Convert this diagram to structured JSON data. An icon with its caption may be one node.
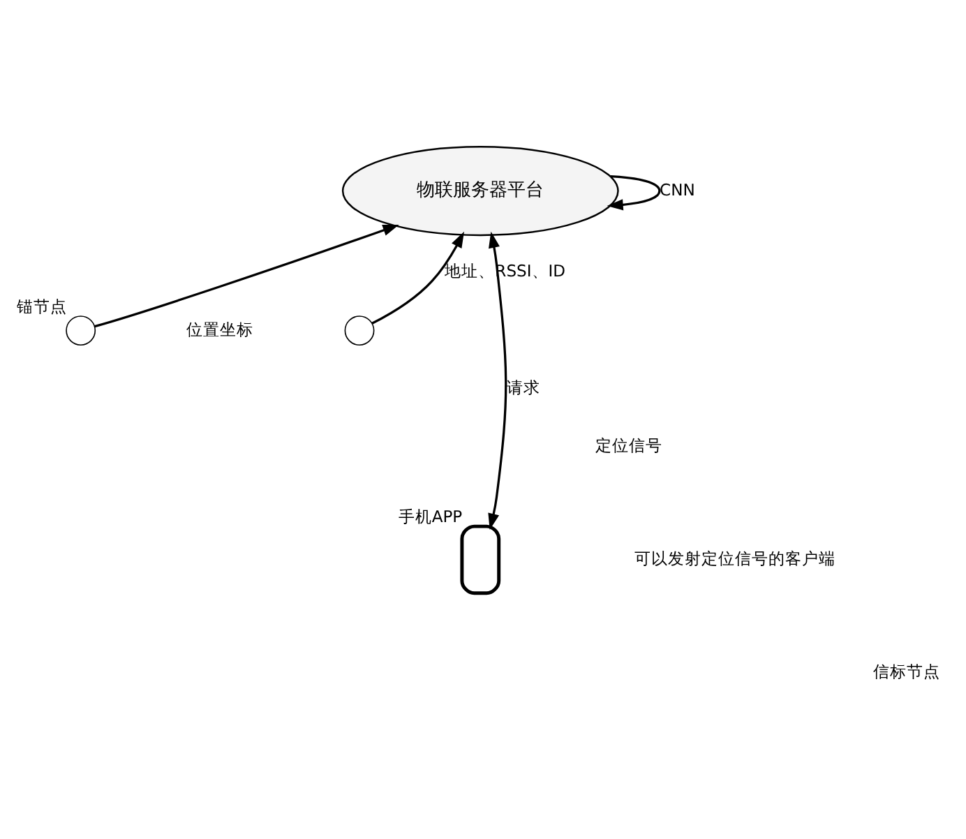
{
  "diagram": {
    "nodes": [
      {
        "text": [
          "物联服务器平台"
        ]
      },
      {
        "text": [],
        "shape": "circle",
        "beside": [
          "锚节点"
        ]
      },
      {
        "text": [],
        "shape": "circle"
      },
      {
        "text": [],
        "shape": "phone",
        "beside": [
          "手机APP"
        ]
      }
    ],
    "edges": [
      {
        "from": 0,
        "to": 0,
        "arrow": "to",
        "label": "CNN"
      },
      {
        "from": 1,
        "to": 0,
        "arrow": "to"
      },
      {
        "from": 2,
        "to": 0,
        "arrow": "to",
        "label": "地址、RSSI、ID"
      },
      {
        "from": 0,
        "to": 3,
        "arrow": "both",
        "label": "请求"
      }
    ],
    "labels": [
      "位置坐标",
      "定位信号",
      "可以发射定位信号的客户端",
      "信标节点"
    ]
  }
}
